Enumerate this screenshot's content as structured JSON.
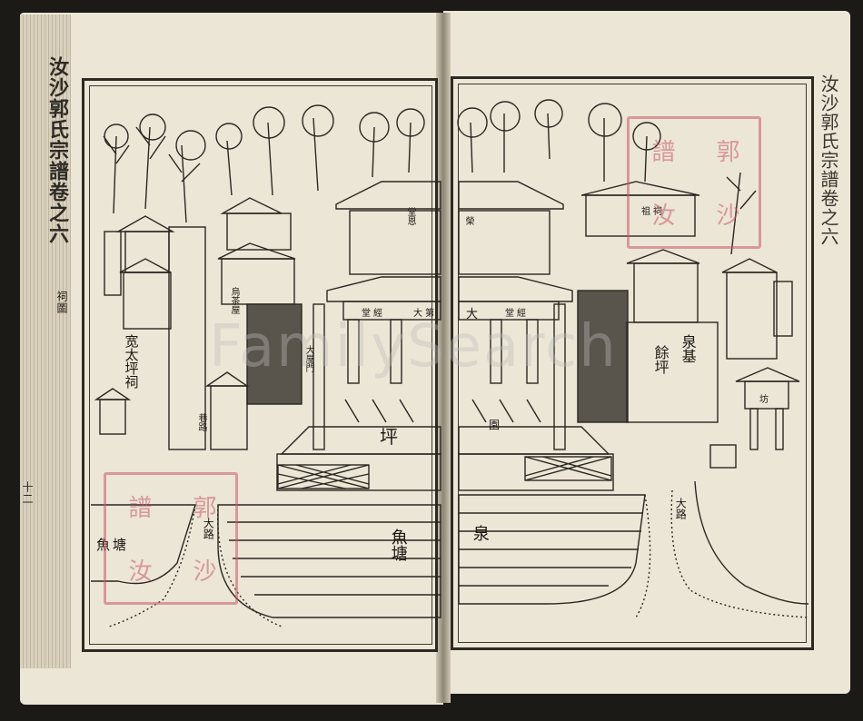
{
  "book": {
    "left_margin_title": "汝沙郭氏宗譜卷之六",
    "left_section_label": "祠圖",
    "right_margin_title": "汝沙郭氏宗譜卷之六",
    "page_number": "十二"
  },
  "labels": {
    "left": [
      {
        "key": "ancestral_hall_ground",
        "text": "宽太坪祠"
      },
      {
        "key": "tea_house",
        "text": "烏茶屋"
      },
      {
        "key": "big_gate",
        "text": "大屋門"
      },
      {
        "key": "road_small",
        "text": "巷路"
      },
      {
        "key": "ping",
        "text": "坪"
      },
      {
        "key": "fish_pond_right",
        "text": "魚塘"
      },
      {
        "key": "fish_pond_left",
        "text": "魚塘"
      },
      {
        "key": "big_road",
        "text": "大路"
      },
      {
        "key": "hall_plaque_left",
        "text": "堂恩"
      },
      {
        "key": "hall_plaque_left2",
        "text": "堂經"
      },
      {
        "key": "big_plaque",
        "text": "大第"
      }
    ],
    "right": [
      {
        "key": "spring_foundation",
        "text": "泉基"
      },
      {
        "key": "remaining_ground",
        "text": "餘坪"
      },
      {
        "key": "ancestral_shrine",
        "text": "祖祠"
      },
      {
        "key": "hall_plaque_right",
        "text": "榮"
      },
      {
        "key": "hall_plaque_right2",
        "text": "堂經"
      },
      {
        "key": "da",
        "text": "大"
      },
      {
        "key": "yuan",
        "text": "園"
      },
      {
        "key": "spring",
        "text": "泉"
      },
      {
        "key": "big_road",
        "text": "大路"
      },
      {
        "key": "archway",
        "text": "坊"
      }
    ]
  },
  "seals": {
    "left": [
      "譜",
      "郭",
      "汝",
      "沙"
    ],
    "right": [
      "譜",
      "郭",
      "汝",
      "沙"
    ]
  },
  "watermark": "FamilySearch",
  "colors": {
    "paper": "#ece6d6",
    "ink": "#2a2722",
    "seal": "#c9586a"
  }
}
